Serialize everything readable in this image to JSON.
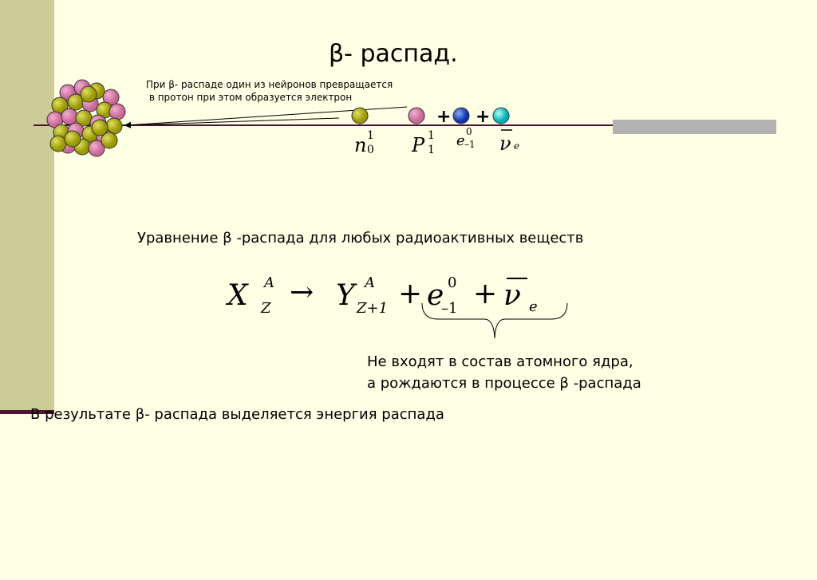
{
  "title": "β- распад.",
  "caption": "При β- распаде один из нейронов превращается\n в протон при этом образуется электрон",
  "particles": {
    "neutron": {
      "symbol": "n",
      "sup": "1",
      "sub": "0"
    },
    "plus1": "+",
    "proton": {
      "symbol": "P",
      "sup": "1",
      "sub": "1"
    },
    "plus2": "+",
    "electron": {
      "symbol": "e",
      "sup": "0",
      "sub": "–1"
    },
    "antineutrino": {
      "symbol": "ν",
      "sub": "e"
    }
  },
  "equation_intro": "Уравнение β -распада для любых радиоактивных веществ",
  "equation": {
    "x": "X",
    "x_sup": "A",
    "x_sub": "Z",
    "arrow": "→",
    "y": "Y",
    "y_sup": "A",
    "y_sub": "Z+1",
    "plus1": "+",
    "e": "e",
    "e_sup": "0",
    "e_sub": "–1",
    "plus2": "+",
    "nu": "ν",
    "nu_sub": "e"
  },
  "note": "Не входят в состав атомного ядра,\nа рождаются в процессе β -распада",
  "conclusion": "В результате β- распада выделяется энергия распада",
  "colors": {
    "background": "#ffffe5",
    "sidebar": "#cccc99",
    "rule": "#4d1530",
    "neutron": "#999900",
    "proton": "#cc6699",
    "electron": "#2244cc",
    "antineutrino": "#00cccc"
  }
}
